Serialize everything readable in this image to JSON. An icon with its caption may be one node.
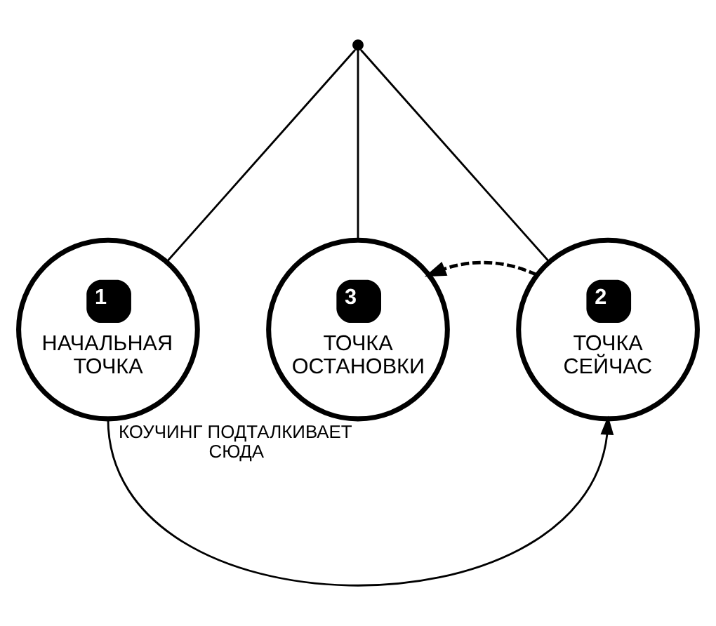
{
  "diagram": {
    "nodes": [
      {
        "text": [],
        "shape": "circle"
      },
      {
        "text": [
          "1",
          "НАЧАЛЬНАЯ ТОЧКА"
        ]
      },
      {
        "text": [
          "3",
          "ТОЧКА ОСТАНОВКИ"
        ]
      },
      {
        "text": [
          "2",
          "ТОЧКА СЕЙЧАС"
        ]
      }
    ],
    "edges": [
      {
        "from": 0,
        "to": 1,
        "arrow": "none"
      },
      {
        "from": 0,
        "to": 2,
        "arrow": "none"
      },
      {
        "from": 0,
        "to": 3,
        "arrow": "none"
      },
      {
        "from": 1,
        "to": 3,
        "arrow": "to",
        "label": "КОУЧИНГ ПОДТАЛКИВАЕТ СЮДА"
      },
      {
        "from": 3,
        "to": 2,
        "arrow": "to",
        "style": "dashed"
      }
    ]
  }
}
